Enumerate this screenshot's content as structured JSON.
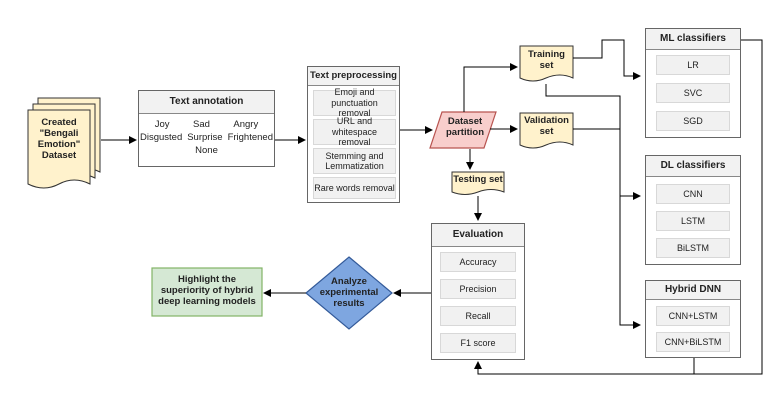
{
  "dataset": {
    "label_lines": [
      "Created",
      "\"Bengali",
      "Emotion\"",
      "Dataset"
    ]
  },
  "text_annotation": {
    "title": "Text annotation",
    "emotions_row1": [
      "Joy",
      "Sad",
      "Angry"
    ],
    "emotions_row2": [
      "Disgusted",
      "Surprise",
      "Frightened"
    ],
    "emotions_row3": [
      "None"
    ]
  },
  "text_preprocessing": {
    "title": "Text preprocessing",
    "steps": [
      {
        "lines": [
          "Emoji and",
          "punctuation removal"
        ]
      },
      {
        "lines": [
          "URL and whitespace",
          "removal"
        ]
      },
      {
        "lines": [
          "Stemming and",
          "Lemmatization"
        ]
      },
      {
        "lines": [
          "Rare words removal"
        ]
      }
    ]
  },
  "partition": {
    "lines": [
      "Dataset",
      "partition"
    ]
  },
  "training_set": {
    "lines": [
      "Training",
      "set"
    ]
  },
  "validation_set": {
    "lines": [
      "Validation",
      "set"
    ]
  },
  "testing_set": {
    "label": "Testing set"
  },
  "ml": {
    "title": "ML classifiers",
    "items": [
      "LR",
      "SVC",
      "SGD"
    ]
  },
  "dl": {
    "title": "DL classifiers",
    "items": [
      "CNN",
      "LSTM",
      "BiLSTM"
    ]
  },
  "hybrid": {
    "title": "Hybrid DNN",
    "items": [
      "CNN+LSTM",
      "CNN+BiLSTM"
    ]
  },
  "evaluation": {
    "title": "Evaluation",
    "metrics": [
      "Accuracy",
      "Precision",
      "Recall",
      "F1 score"
    ]
  },
  "analyze": {
    "lines": [
      "Analyze",
      "experimental",
      "results"
    ]
  },
  "highlight": {
    "lines": [
      "Highlight the",
      "superiority of hybrid",
      "deep learning models"
    ]
  },
  "colors": {
    "document_fill": "#fff2cc",
    "partition_fill": "#f8cecc",
    "partition_stroke": "#b85450",
    "analyze_fill": "#7ea6e0",
    "analyze_stroke": "#335a99",
    "highlight_fill": "#d5e8d4",
    "highlight_stroke": "#82b366"
  }
}
